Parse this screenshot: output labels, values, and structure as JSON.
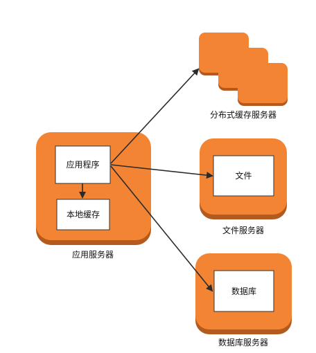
{
  "colors": {
    "orange": "#F28433",
    "orange_shadow": "#B55A1F",
    "inner_box_fill": "#FFFFFF",
    "inner_box_stroke": "#333333",
    "arrow": "#2B2B2B"
  },
  "nodes": {
    "app_server": {
      "label": "应用服务器",
      "app_program": "应用程序",
      "local_cache": "本地缓存"
    },
    "distributed_cache": {
      "label": "分布式缓存服务器"
    },
    "file_server": {
      "label": "文件服务器",
      "inner": "文件"
    },
    "db_server": {
      "label": "数据库服务器",
      "inner": "数据库"
    }
  },
  "edges": [
    {
      "from": "app_program",
      "to": "local_cache"
    },
    {
      "from": "app_program",
      "to": "distributed_cache"
    },
    {
      "from": "app_program",
      "to": "file"
    },
    {
      "from": "app_program",
      "to": "database"
    }
  ]
}
